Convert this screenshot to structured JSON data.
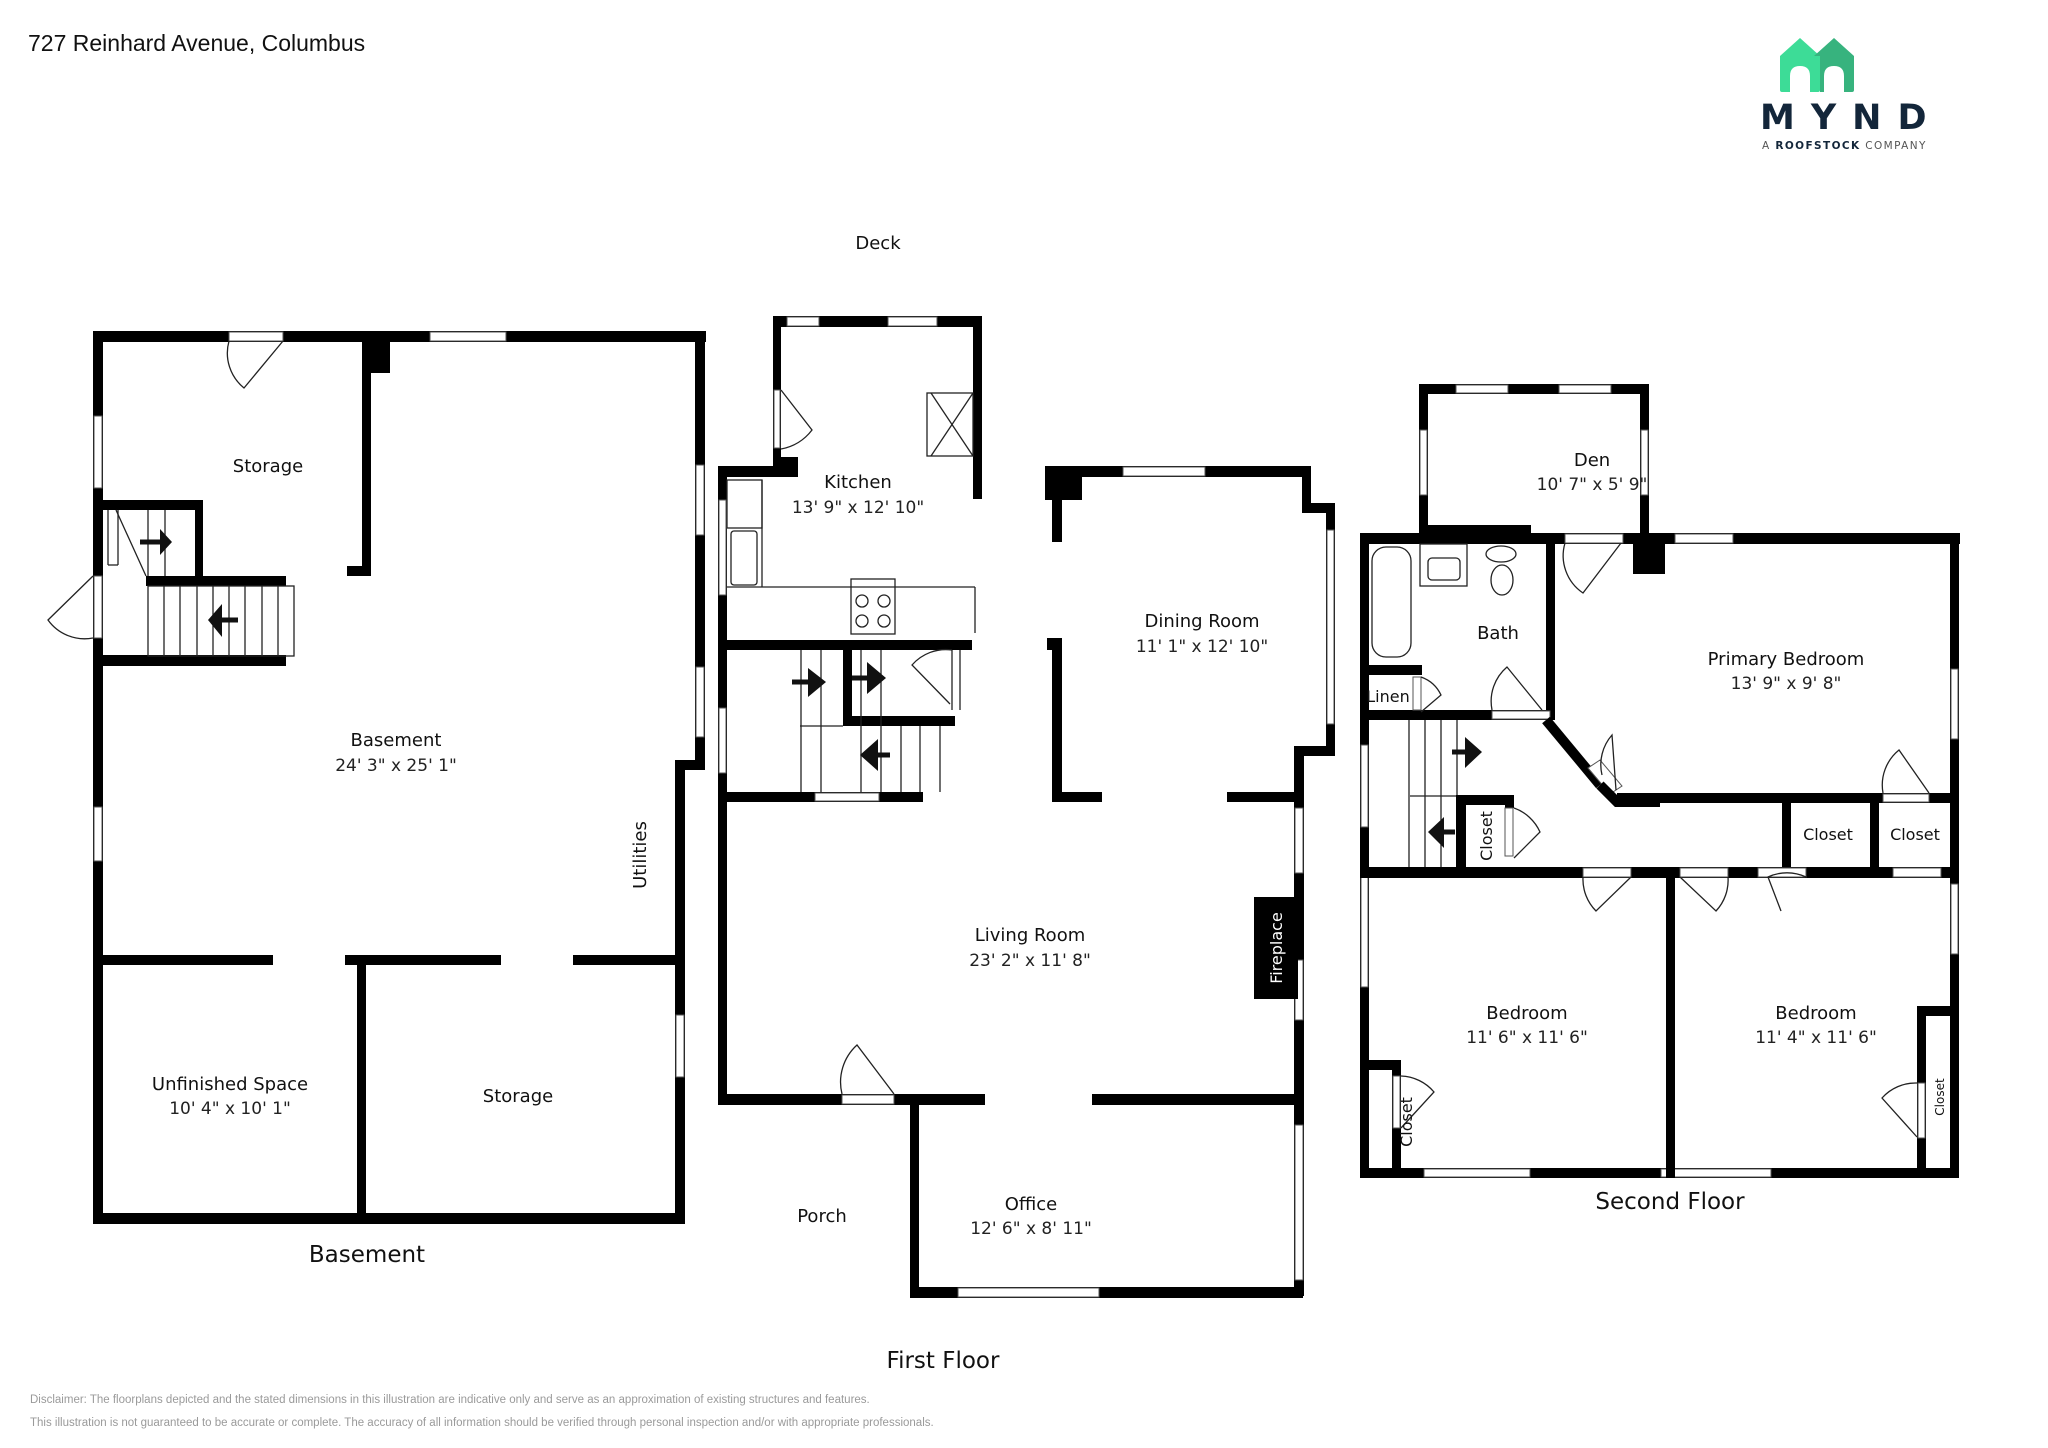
{
  "header": {
    "address": "727 Reinhard Avenue, Columbus"
  },
  "logo": {
    "brand": "MYND",
    "tagline_prefix": "A ",
    "tagline_bold": "ROOFSTOCK",
    "tagline_suffix": " COMPANY",
    "colors": {
      "house_left": "#3ddc97",
      "house_right": "#37b37e",
      "text": "#13263a"
    }
  },
  "floors": {
    "basement": {
      "title": "Basement",
      "rooms": {
        "storage_top": {
          "name": "Storage"
        },
        "basement": {
          "name": "Basement",
          "dims": "24' 3\" x 25' 1\""
        },
        "utilities": {
          "name": "Utilities"
        },
        "unfinished": {
          "name": "Unfinished Space",
          "dims": "10' 4\" x 10' 1\""
        },
        "storage_bottom": {
          "name": "Storage"
        }
      }
    },
    "first": {
      "title": "First Floor",
      "rooms": {
        "deck": {
          "name": "Deck"
        },
        "kitchen": {
          "name": "Kitchen",
          "dims": "13' 9\" x 12' 10\""
        },
        "dining": {
          "name": "Dining Room",
          "dims": "11' 1\" x 12' 10\""
        },
        "living": {
          "name": "Living Room",
          "dims": "23' 2\" x 11' 8\""
        },
        "fireplace": {
          "name": "Fireplace"
        },
        "porch": {
          "name": "Porch"
        },
        "office": {
          "name": "Office",
          "dims": "12' 6\" x 8' 11\""
        }
      }
    },
    "second": {
      "title": "Second Floor",
      "rooms": {
        "den": {
          "name": "Den",
          "dims": "10' 7\" x 5' 9\""
        },
        "bath": {
          "name": "Bath"
        },
        "linen": {
          "name": "Linen"
        },
        "primary": {
          "name": "Primary Bedroom",
          "dims": "13' 9\" x 9' 8\""
        },
        "closet_stair": {
          "name": "Closet"
        },
        "closet_a": {
          "name": "Closet"
        },
        "closet_b": {
          "name": "Closet"
        },
        "bedroom1": {
          "name": "Bedroom",
          "dims": "11' 6\" x 11' 6\""
        },
        "bedroom2": {
          "name": "Bedroom",
          "dims": "11' 4\" x 11' 6\""
        },
        "closet_bed1": {
          "name": "Closet"
        },
        "closet_bed2": {
          "name": "Closet"
        }
      }
    }
  },
  "footer": {
    "disclaimer_1": "Disclaimer: The floorplans depicted and the stated dimensions in this illustration are indicative only and serve as an approximation of existing structures and features.",
    "disclaimer_2": "This illustration is not guaranteed to be accurate or complete. The accuracy of all information should be verified through personal inspection and/or with appropriate professionals."
  }
}
